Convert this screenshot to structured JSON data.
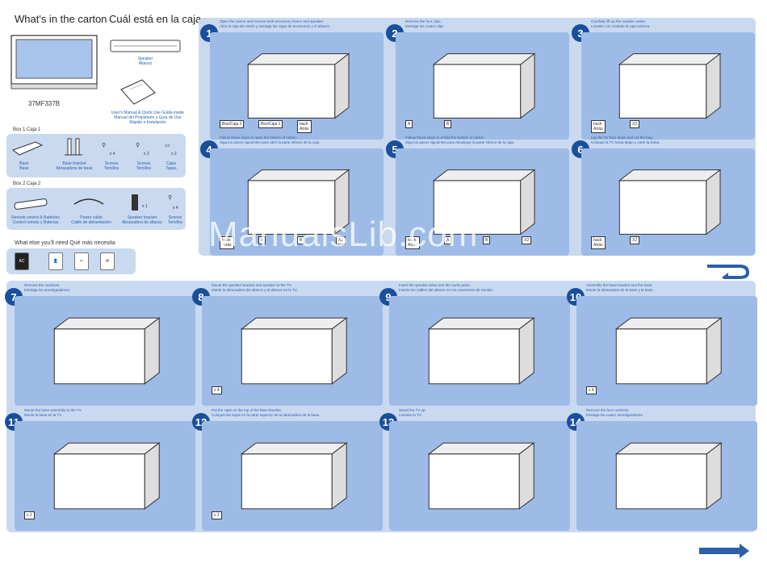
{
  "header": {
    "title_en": "What's in the carton",
    "title_es": "Cuál está en la caja"
  },
  "carton": {
    "speaker_label": "Speaker\nAltavoz",
    "model": "37MF337B",
    "manual_label": "User's Manual & Quick Use Guide inside\nManual del Propietario y Guía de Uso\nRápido e Instalación",
    "box1": "Box 1  Caja  1",
    "box1_items": [
      {
        "label": "Base\nBase"
      },
      {
        "label": "Base bracket\nAbrazadera de base"
      },
      {
        "label": "Screws\nTornillos",
        "count": "x 4"
      },
      {
        "label": "Screws\nTornillos",
        "count": "x 2"
      },
      {
        "label": "Caps\nTapas",
        "count": "x 2"
      }
    ],
    "box2": "Box 2  Caja  2",
    "box2_items": [
      {
        "label": "Remote control & Batteries\nControl remoto y Baterías"
      },
      {
        "label": "Power cable\nCable de alimentación"
      },
      {
        "label": "Speaker bracket\nAbrazadera de altavoz",
        "count": "x 1"
      },
      {
        "label": "Screws\nTornillos",
        "count": "x 4"
      }
    ],
    "need_title": "What else you'll need    Qué más necesita"
  },
  "steps": [
    {
      "num": "1",
      "text": "Open the carton and remove both accessory boxes and speaker.\nAbra la caja de cartón y extraiga las cajas de accesorios y el altavoz.",
      "labels": [
        "Box/Caja 2",
        "Box/Caja 1",
        "back\nAtrás"
      ]
    },
    {
      "num": "2",
      "text": "Remove the four clips.\nExtraiga los cuatro clips.",
      "labels": [
        "A",
        "B"
      ]
    },
    {
      "num": "3",
      "text": "Carefully lift up the outside carton.\nLevante con cuidado la caja externa.",
      "labels": [
        "back\nAtrás",
        "X2"
      ]
    },
    {
      "num": "4",
      "text": "Follow these steps to open the bottom of carton.\nSiga los pasos siguientes para abrir la parte inferior de la caja.",
      "labels": [
        "back\nAtrás",
        "A",
        "B",
        "X2"
      ]
    },
    {
      "num": "5",
      "text": "Follow these steps to unfold the bottom of carton.\nSiga los pasos siguientes para desplegar la parte inferior de la caja.",
      "labels": [
        "back\nAtrás",
        "A",
        "B",
        "X2"
      ]
    },
    {
      "num": "6",
      "text": "Lay the TV face down and cut the bag.\nColoque la TV hacia abajo y corte la bolsa.",
      "labels": [
        "back\nAtrás",
        "X2"
      ]
    },
    {
      "num": "7",
      "text": "Remove the cushions.\nExtraiga los amortiguadores.",
      "labels": []
    },
    {
      "num": "8",
      "text": "Mount the speaker bracket and speaker to the TV.\nMonte la abrazadera del altavoz y el altavoz en la TV.",
      "labels": [
        "x 4"
      ]
    },
    {
      "num": "9",
      "text": "Insert the speaker wires into the Audio jacks.\nInserte los cables del altavoz en los conectores de Sonido.",
      "labels": []
    },
    {
      "num": "10",
      "text": "Assembly the base bracket and the base.\nMonte la abrazadera de la base y la base.",
      "labels": [
        "x 4"
      ]
    },
    {
      "num": "11",
      "text": "Mount the base assembly to the TV.\nMonte la base en la TV.",
      "labels": [
        "x 2"
      ]
    },
    {
      "num": "12",
      "text": "Put the caps on the top of the base bracket.\nColoque las tapas en la parte superior de la abrazadera de la base.",
      "labels": [
        "x 2"
      ]
    },
    {
      "num": "13",
      "text": "Stand the TV up.\nLevante la TV.",
      "labels": []
    },
    {
      "num": "14",
      "text": "Remove the four cushions.\nExtraiga los cuatro amortiguadores.",
      "labels": []
    }
  ],
  "watermark": "ManualsLib.com",
  "colors": {
    "panel": "#c9d9f0",
    "inner": "#9dbbe6",
    "accent": "#1a4f9c"
  }
}
